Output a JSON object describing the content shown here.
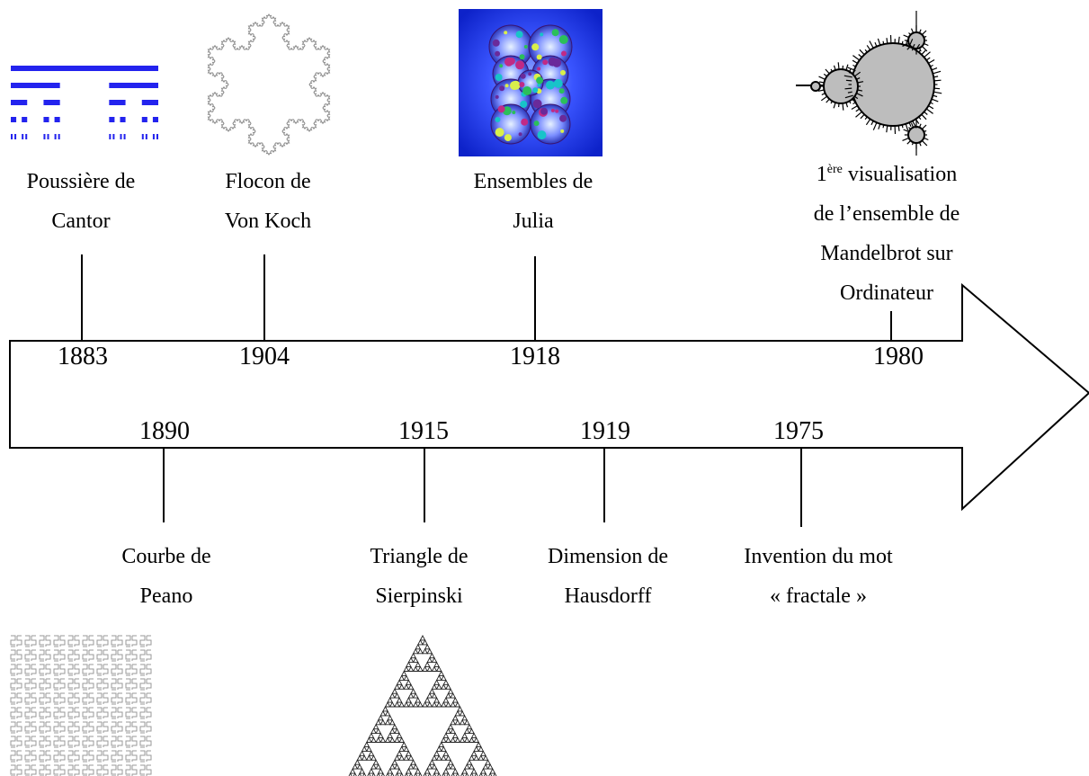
{
  "events_top": [
    {
      "year": "1883",
      "line1": "Poussière de",
      "line2": "Cantor"
    },
    {
      "year": "1904",
      "line1": "Flocon de",
      "line2": "Von Koch"
    },
    {
      "year": "1918",
      "line1": "Ensembles de",
      "line2": "Julia"
    },
    {
      "year": "1980",
      "sup_prefix": "1",
      "sup": "ère",
      "line1_rest": " visualisation",
      "line2": "de l’ensemble de",
      "line3": "Mandelbrot sur",
      "line4": "Ordinateur"
    }
  ],
  "events_bottom": [
    {
      "year": "1890",
      "line1": "Courbe de",
      "line2": "Peano"
    },
    {
      "year": "1915",
      "line1": "Triangle de",
      "line2": "Sierpinski"
    },
    {
      "year": "1919",
      "line1": "Dimension de",
      "line2": "Hausdorff"
    },
    {
      "year": "1975",
      "line1": "Invention du mot",
      "line2": "« fractale »"
    }
  ],
  "colors": {
    "cantor": "#2323ee",
    "julia_bg": "#1a2fd6",
    "mandelbrot": "#bdbdbd",
    "line": "#000000"
  },
  "icons": [
    "cantor-dust-image",
    "koch-snowflake-image",
    "julia-set-image",
    "mandelbrot-set-image",
    "peano-curve-image",
    "sierpinski-triangle-image",
    "timeline-arrow"
  ]
}
